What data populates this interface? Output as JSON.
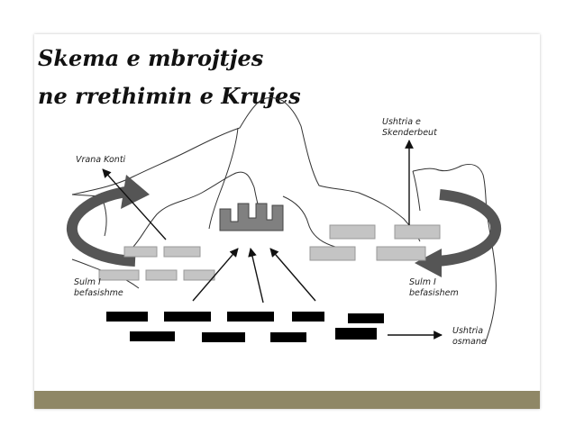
{
  "title": {
    "line1": "Skema e mbrojtjes",
    "line2": "ne rrethimin e Krujes"
  },
  "labels": {
    "vrana_konti": "Vrana  Konti",
    "ushtria_skenderbeut_1": "Ushtria e",
    "ushtria_skenderbeut_2": "Skenderbeut",
    "sulm_left_1": "Sulm I",
    "sulm_left_2": "befasishme",
    "sulm_right_1": "Sulm I",
    "sulm_right_2": "befasishem",
    "ushtria_osmane_1": "Ushtria",
    "ushtria_osmane_2": "osmane"
  },
  "colors": {
    "footer": "#8f8766",
    "castle": "#808080",
    "albanian_units": "#c4c4c4",
    "ottoman_units": "#000000",
    "curved_arrows": "#555555"
  }
}
